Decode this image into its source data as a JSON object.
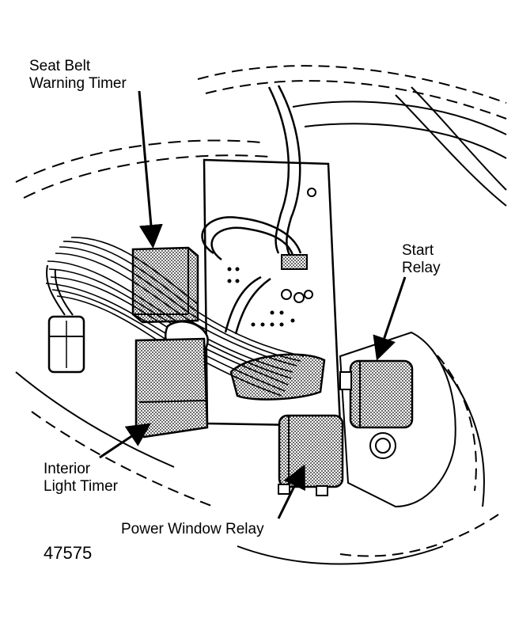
{
  "labels": {
    "seat_belt_warning_timer": [
      "Seat Belt",
      "Warning Timer"
    ],
    "start_relay": [
      "Start",
      "Relay"
    ],
    "interior_light_timer": [
      "Interior",
      "Light Timer"
    ],
    "power_window_relay": "Power Window Relay"
  },
  "figure_number": "47575",
  "colors": {
    "ink": "#000000",
    "background": "#ffffff",
    "stipple": "#b8b8b8"
  }
}
